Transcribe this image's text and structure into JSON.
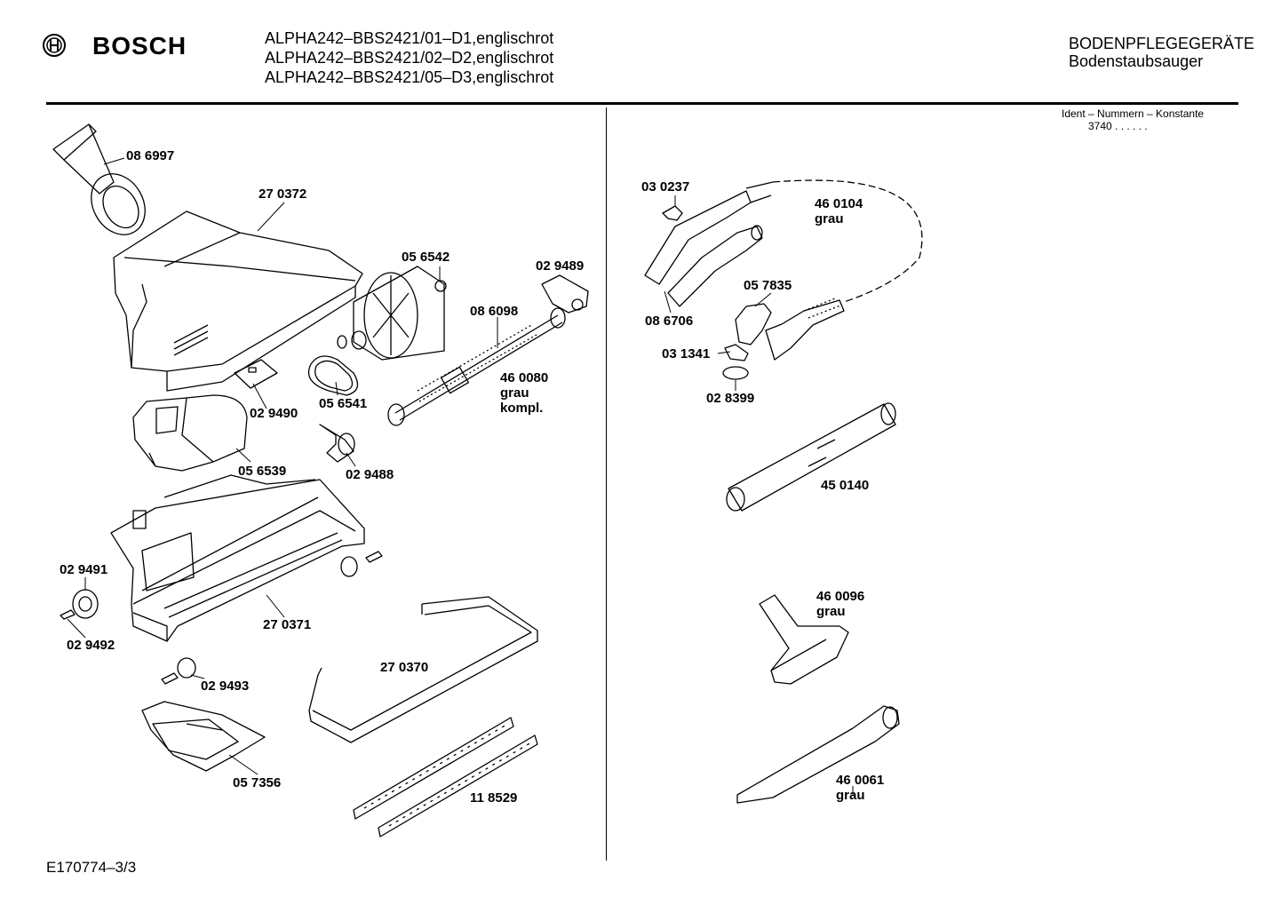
{
  "header": {
    "brand": "BOSCH",
    "models": [
      "ALPHA242–BBS2421/01–D1,englischrot",
      "ALPHA242–BBS2421/02–D2,englischrot",
      "ALPHA242–BBS2421/05–D3,englischrot"
    ],
    "category": "BODENPFLEGEGERÄTE",
    "subcategory": "Bodenstaubsauger",
    "ident_label": "Ident – Nummern – Konstante",
    "ident_value": "3740  . .    . . . ."
  },
  "footer": {
    "code": "E170774–3/3"
  },
  "parts": [
    {
      "id": "p-086997",
      "number": "08 6997"
    },
    {
      "id": "p-270372",
      "number": "27 0372"
    },
    {
      "id": "p-056542",
      "number": "05 6542"
    },
    {
      "id": "p-029489",
      "number": "02 9489"
    },
    {
      "id": "p-086098",
      "number": "08 6098"
    },
    {
      "id": "p-460080",
      "number": "46 0080",
      "note": "grau",
      "note2": "kompl."
    },
    {
      "id": "p-029490",
      "number": "02 9490"
    },
    {
      "id": "p-056541",
      "number": "05 6541"
    },
    {
      "id": "p-056539",
      "number": "05 6539"
    },
    {
      "id": "p-029488",
      "number": "02 9488"
    },
    {
      "id": "p-029491",
      "number": "02 9491"
    },
    {
      "id": "p-029492",
      "number": "02 9492"
    },
    {
      "id": "p-270371",
      "number": "27 0371"
    },
    {
      "id": "p-029493",
      "number": "02 9493"
    },
    {
      "id": "p-270370",
      "number": "27 0370"
    },
    {
      "id": "p-057356",
      "number": "05 7356"
    },
    {
      "id": "p-118529",
      "number": "11 8529"
    },
    {
      "id": "p-030237",
      "number": "03 0237"
    },
    {
      "id": "p-460104",
      "number": "46 0104",
      "note": "grau"
    },
    {
      "id": "p-057835",
      "number": "05 7835"
    },
    {
      "id": "p-086706",
      "number": "08 6706"
    },
    {
      "id": "p-031341",
      "number": "03 1341"
    },
    {
      "id": "p-028399",
      "number": "02 8399"
    },
    {
      "id": "p-450140",
      "number": "45 0140"
    },
    {
      "id": "p-460096",
      "number": "46 0096",
      "note": "grau"
    },
    {
      "id": "p-460061",
      "number": "46 0061",
      "note": "grau"
    }
  ]
}
